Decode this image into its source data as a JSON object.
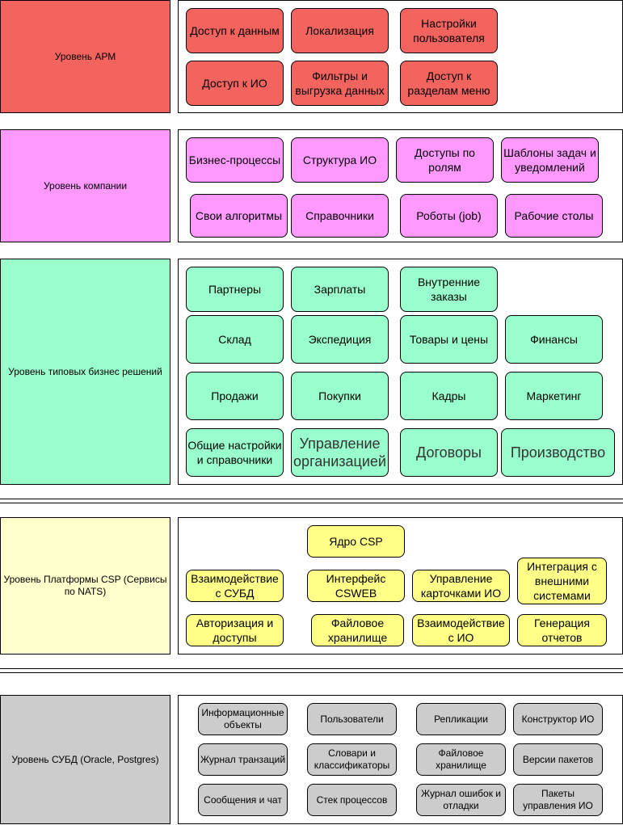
{
  "colors": {
    "arm": "#f4645f",
    "company": "#ff99ff",
    "business": "#99ffcc",
    "platform_level": "#ffffcc",
    "platform_box": "#ffff88",
    "dbms": "#cccccc"
  },
  "levels": {
    "arm": "Уровень АРМ",
    "company": "Уровень компании",
    "business": "Уровень типовых бизнес решений",
    "platform": "Уровень Платформы CSP (Сервисы по NATS)",
    "dbms": "Уровень СУБД (Oracle, Postgres)"
  },
  "arm": {
    "data_access": "Доступ к данным",
    "localization": "Локализация",
    "user_settings": "Настройки пользователя",
    "io_access": "Доступ к ИО",
    "filters_export": "Фильтры и выгрузка данных",
    "menu_access": "Доступ к разделам меню"
  },
  "company": {
    "business_processes": "Бизнес-процессы",
    "io_structure": "Структура ИО",
    "role_access": "Доступы по ролям",
    "templates": "Шаблоны задач и уведомлений",
    "own_algorithms": "Свои алгоритмы",
    "references": "Справочники",
    "robots": "Роботы (job)",
    "desktops": "Рабочие столы"
  },
  "business": {
    "partners": "Партнеры",
    "salaries": "Зарплаты",
    "internal_orders": "Внутренние заказы",
    "warehouse": "Склад",
    "expedition": "Экспедиция",
    "goods_prices": "Товары и цены",
    "finance": "Финансы",
    "sales": "Продажи",
    "purchases": "Покупки",
    "hr": "Кадры",
    "marketing": "Маркетинг",
    "general_settings": "Общие настройки и справочники",
    "org_management": "Управление организацией",
    "contracts": "Договоры",
    "production": "Производство"
  },
  "platform": {
    "core": "Ядро CSP",
    "dbms_interaction": "Взаимодействие с СУБД",
    "cs_web": "Интерфейс CSWEB",
    "card_management": "Управление карточками ИО",
    "integration": "Интеграция с внешними системами",
    "auth": "Авторизация и доступы",
    "file_storage": "Файловое хранилище",
    "io_interaction": "Взаимодействие с ИО",
    "reports": "Генерация отчетов"
  },
  "dbms": {
    "info_objects": "Информационные объекты",
    "users": "Пользователи",
    "replications": "Репликации",
    "io_constructor": "Конструктор ИО",
    "transaction_log": "Журнал транзаций",
    "dictionaries": "Словари и классификаторы",
    "file_storage": "Файловое хранилище",
    "package_versions": "Версии пакетов",
    "messages_chat": "Сообщения и чат",
    "process_stack": "Стек процессов",
    "error_log": "Журнал ошибок и отладки",
    "io_packages": "Пакеты управления ИО"
  }
}
